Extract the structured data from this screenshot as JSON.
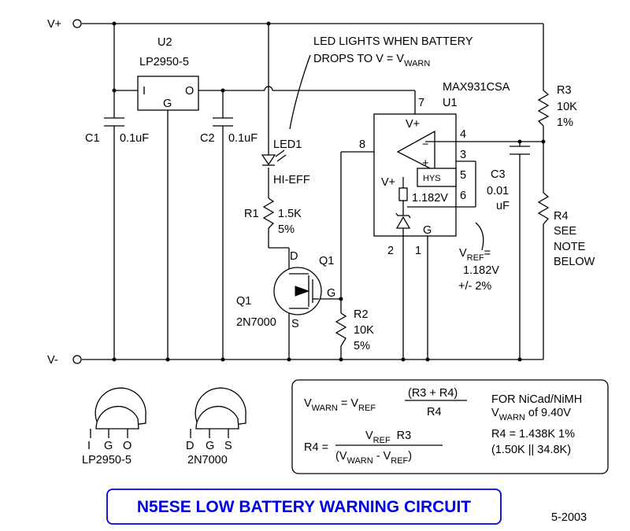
{
  "title": "N5ESE LOW BATTERY WARNING CIRCUIT",
  "date": "5-2003",
  "rails": {
    "vplus": "V+",
    "vminus": "V-"
  },
  "u2": {
    "ref": "U2",
    "part": "LP2950-5",
    "pin_in": "I",
    "pin_gnd": "G",
    "pin_out": "O"
  },
  "c1": {
    "ref": "C1",
    "value": "0.1uF"
  },
  "c2": {
    "ref": "C2",
    "value": "0.1uF"
  },
  "led_note": {
    "line1": "LED LIGHTS WHEN BATTERY",
    "line2_main": "DROPS TO V = V",
    "line2_sub": "WARN"
  },
  "led1": {
    "ref": "LED1",
    "value": "HI-EFF"
  },
  "r1": {
    "ref": "R1",
    "value": "1.5K",
    "tol": "5%"
  },
  "q1": {
    "ref": "Q1",
    "part": "2N7000",
    "pin_d": "D",
    "pin_g": "G",
    "pin_s": "S",
    "label_ref": "Q1"
  },
  "r2": {
    "ref": "R2",
    "value": "10K",
    "tol": "5%"
  },
  "u1": {
    "part": "MAX931CSA",
    "ref": "U1",
    "pins": {
      "p7": "7",
      "p8": "8",
      "p4": "4",
      "p3": "3",
      "p5": "5",
      "p6": "6",
      "p2": "2",
      "p1": "1"
    },
    "vplus_top": "V+",
    "vplus_ref": "V+",
    "minus": "−",
    "plus": "+",
    "hys": "HYS",
    "ref_voltage": "1.182V",
    "gnd": "G"
  },
  "vref_note": {
    "v": "V",
    "sub": "REF",
    "eq": "=",
    "line2": "1.182V",
    "line3": "+/- 2%"
  },
  "r3": {
    "ref": "R3",
    "value": "10K",
    "tol": "1%"
  },
  "c3": {
    "ref": "C3",
    "value1": "0.01",
    "value2": "uF"
  },
  "r4": {
    "ref": "R4",
    "note1": "SEE",
    "note2": "NOTE",
    "note3": "BELOW"
  },
  "packages": [
    {
      "name": "LP2950-5",
      "pins": [
        "I",
        "G",
        "O"
      ]
    },
    {
      "name": "2N7000",
      "pins": [
        "D",
        "G",
        "S"
      ]
    }
  ],
  "formula": {
    "eq1_lhs": "V",
    "eq1_lhs_sub": "WARN",
    "eq1_eq": "= V",
    "eq1_ref_sub": "REF",
    "eq1_num": "(R3 + R4)",
    "eq1_den": "R4",
    "eq2_lhs": "R4 =",
    "eq2_num_v": "V",
    "eq2_num_sub": "REF",
    "eq2_num_r": "R3",
    "eq2_den_open": "(V",
    "eq2_den_sub1": "WARN",
    "eq2_den_mid": " - V",
    "eq2_den_sub2": "REF",
    "eq2_den_close": ")",
    "note1": "FOR NiCad/NiMH",
    "note2_v": "V",
    "note2_sub": "WARN",
    "note2_rest": " of 9.40V",
    "note3": "R4 = 1.438K 1%",
    "note4": "(1.50K || 34.8K)"
  }
}
